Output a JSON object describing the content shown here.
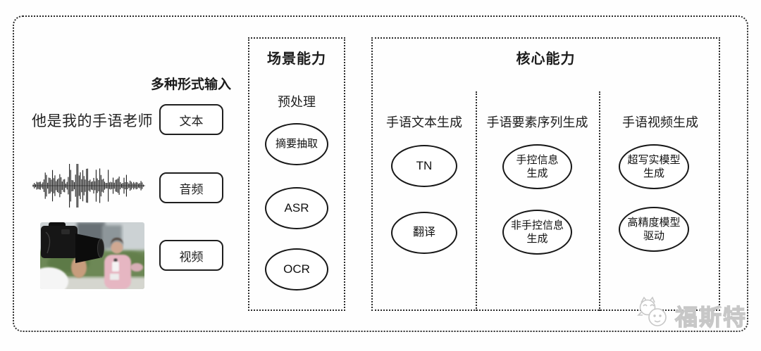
{
  "diagram": {
    "input_section": {
      "label": "多种形式输入",
      "sample_text": "他是我的手语老师",
      "rows": [
        {
          "type": "text",
          "box_label": "文本"
        },
        {
          "type": "audio",
          "box_label": "音频"
        },
        {
          "type": "video",
          "box_label": "视频"
        }
      ]
    },
    "scene_box": {
      "title": "场景能力",
      "subtitle": "预处理",
      "nodes": [
        "摘要抽取",
        "ASR",
        "OCR"
      ]
    },
    "core_box": {
      "title": "核心能力",
      "columns": [
        {
          "header": "手语文本生成",
          "nodes": [
            "TN",
            "翻译"
          ]
        },
        {
          "header": "手语要素序列生成",
          "nodes": [
            "手控信息\n生成",
            "非手控信息\n生成"
          ]
        },
        {
          "header": "手语视频生成",
          "nodes": [
            "超写实模型\n生成",
            "高精度模型\n驱动"
          ]
        }
      ]
    },
    "watermark": {
      "text": "福斯特",
      "icon": "mascot-faces-icon",
      "color": "#c7c7c7"
    }
  },
  "colors": {
    "border": "#2b2b2b",
    "node_stroke": "#171717",
    "background": "#ffffff",
    "watermark": "#c7c7c7"
  }
}
